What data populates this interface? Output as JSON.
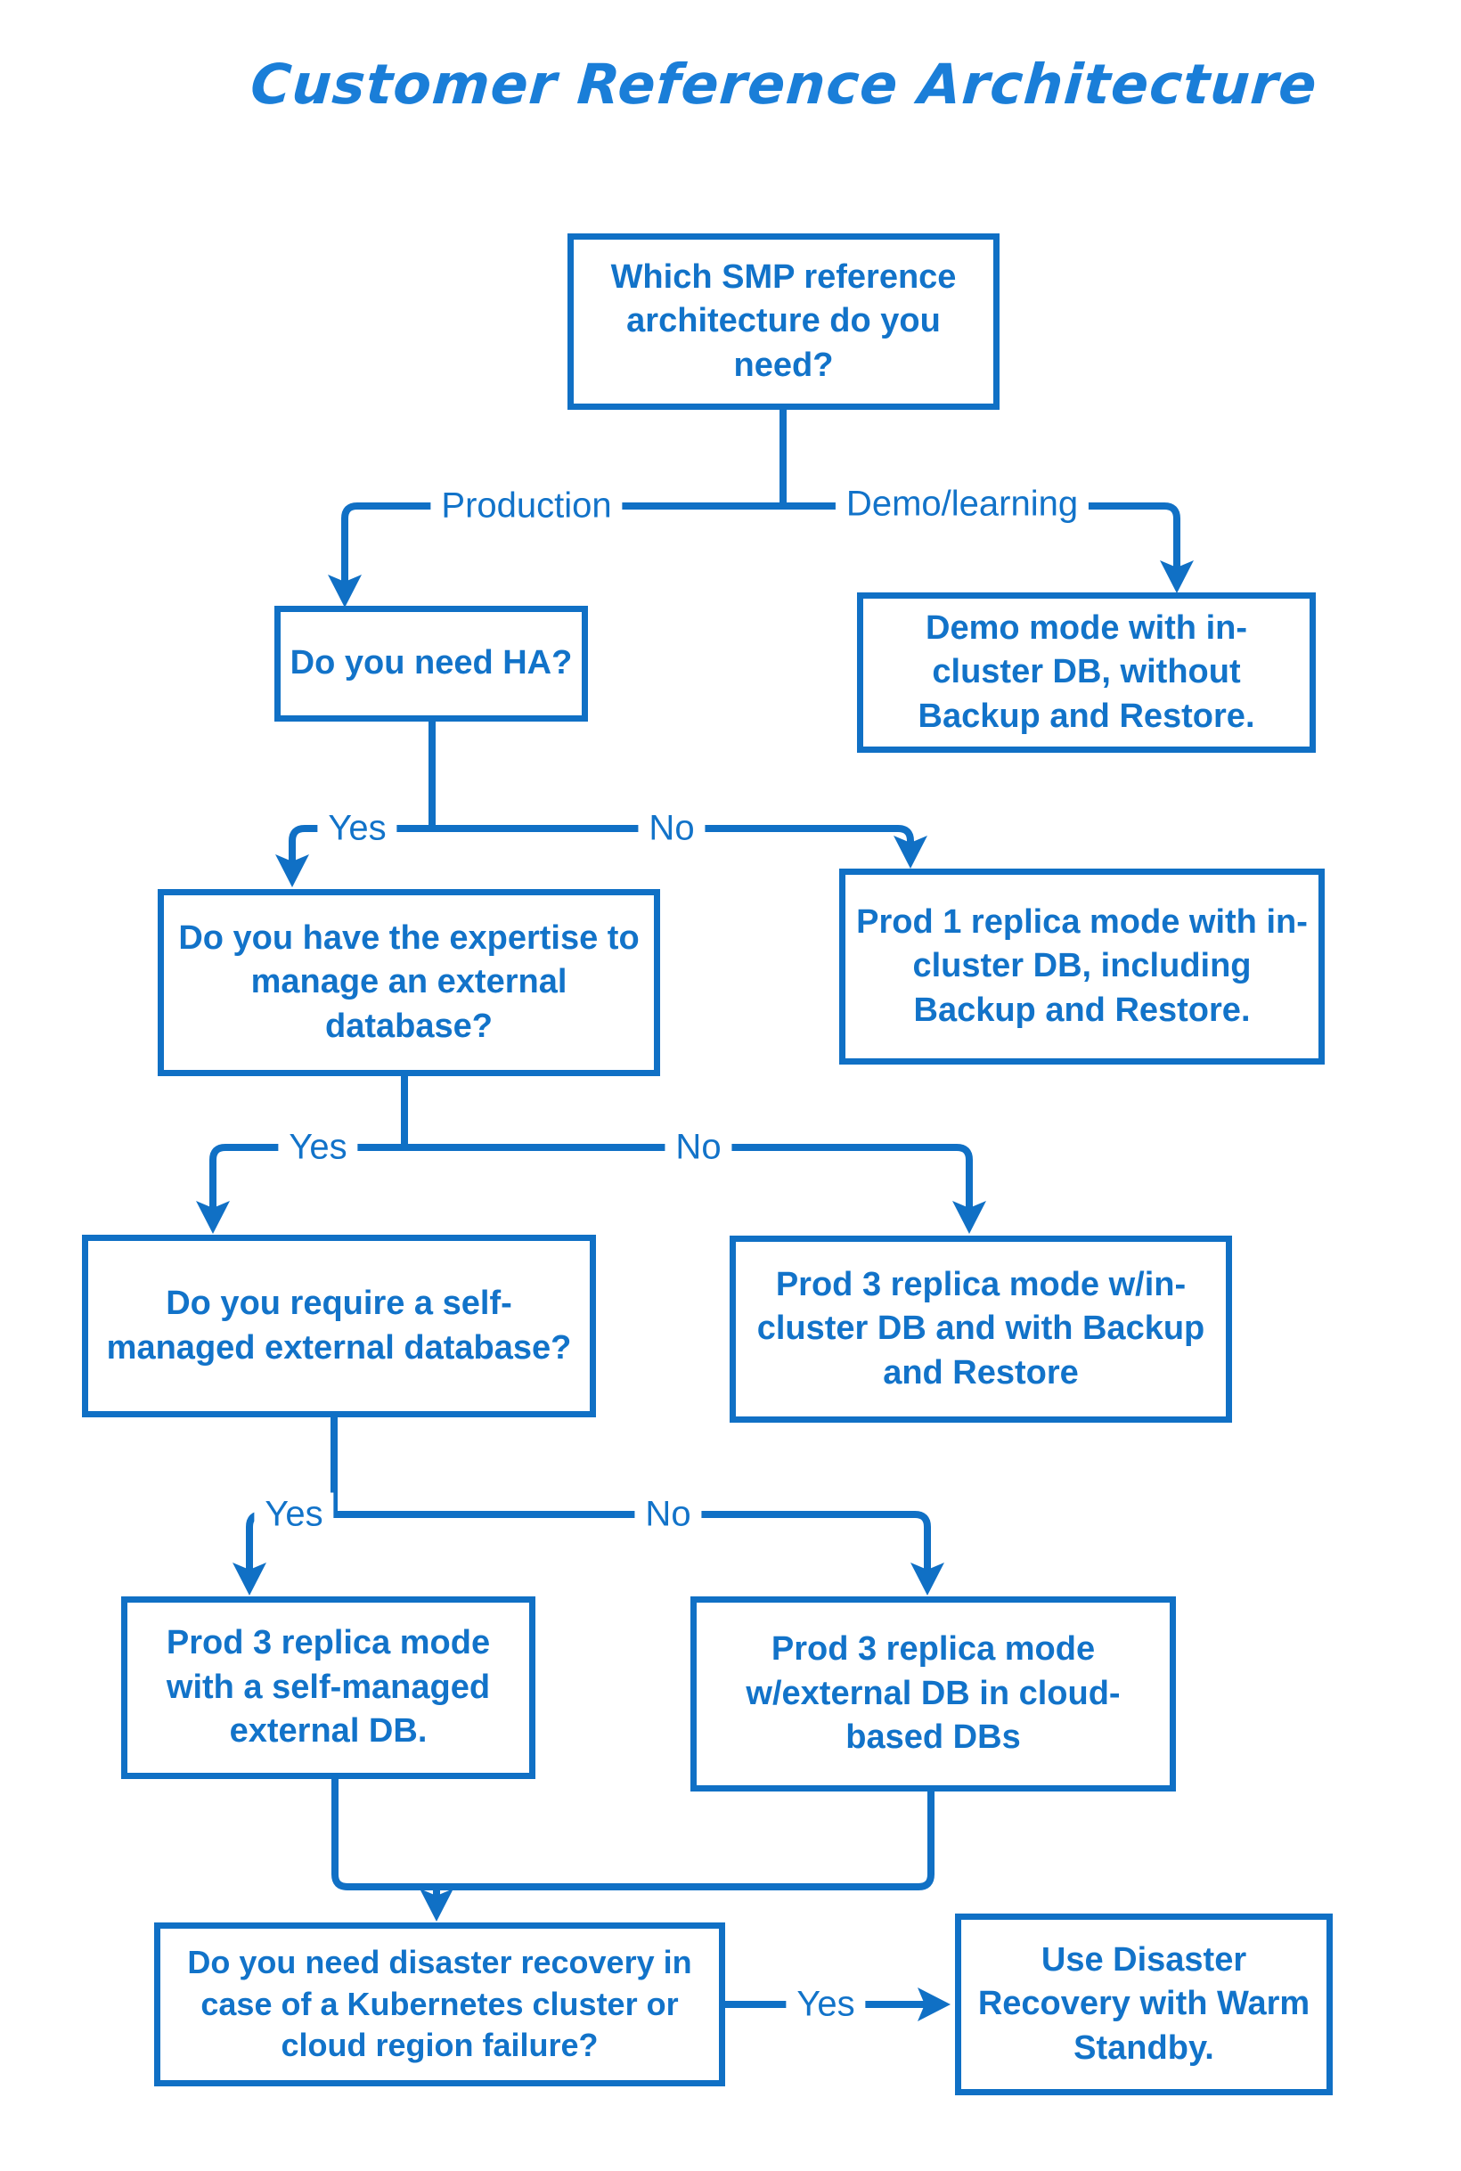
{
  "title": "Customer Reference Architecture",
  "diagram": {
    "colors": {
      "line": "#1070c5",
      "box_border": "#1070c5",
      "box_text": "#1273c9",
      "title_text": "#1a7ed8",
      "background": "#ffffff"
    },
    "nodes": [
      {
        "id": "q_root",
        "text": "Which SMP reference architecture do you need?"
      },
      {
        "id": "q_ha",
        "text": "Do you need HA?"
      },
      {
        "id": "demo_mode",
        "text": "Demo mode with in-cluster DB, without Backup and Restore."
      },
      {
        "id": "q_expertise",
        "text": "Do you have the expertise to manage an external database?"
      },
      {
        "id": "prod1_incluster",
        "text": "Prod 1 replica mode with in-cluster DB, including Backup and Restore."
      },
      {
        "id": "q_selfmanaged",
        "text": "Do you require a self-managed external database?"
      },
      {
        "id": "prod3_incluster",
        "text": "Prod 3 replica mode w/in-cluster DB and with Backup and Restore"
      },
      {
        "id": "prod3_selfmanaged",
        "text": "Prod 3 replica mode with a self-managed external DB."
      },
      {
        "id": "prod3_cloud",
        "text": "Prod 3 replica mode w/external DB in cloud-based DBs"
      },
      {
        "id": "q_disaster",
        "text": "Do you need disaster recovery in case of a Kubernetes cluster or cloud region failure?"
      },
      {
        "id": "dr_warm_standby",
        "text": "Use Disaster Recovery with Warm Standby."
      }
    ],
    "edge_labels": {
      "production": "Production",
      "demo_learning": "Demo/learning",
      "yes1": "Yes",
      "no1": "No",
      "yes2": "Yes",
      "no2": "No",
      "yes3": "Yes",
      "no3": "No",
      "yes4": "Yes"
    }
  }
}
